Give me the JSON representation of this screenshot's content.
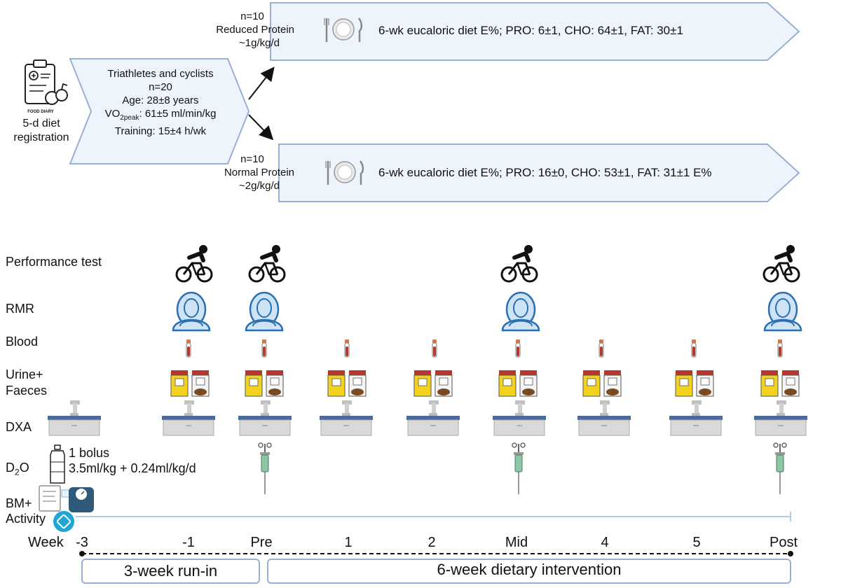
{
  "food_diary": {
    "caption": "FOOD DIARY",
    "label_line1": "5-d diet",
    "label_line2": "registration"
  },
  "participants": {
    "line1": "Triathletes and cyclists",
    "line2": "n=20",
    "age": "Age:  28±8 years",
    "vo2_prefix": "VO",
    "vo2_sub": "2peak",
    "vo2_value": ":  61±5 ml/min/kg",
    "training": "Training:  15±4 h/wk"
  },
  "groups": [
    {
      "n": "n=10",
      "name": "Reduced Protein",
      "dose": "~1g/kg/d",
      "diet": "6-wk eucaloric diet E%; PRO: 6±1, CHO: 64±1, FAT: 30±1"
    },
    {
      "n": "n=10",
      "name": "Normal Protein",
      "dose": "~2g/kg/d",
      "diet": "6-wk eucaloric diet E%;  PRO: 16±0, CHO: 53±1, FAT: 31±1 E%"
    }
  ],
  "rows": {
    "performance": "Performance test",
    "rmr": "RMR",
    "blood": "Blood",
    "urine1": "Urine+",
    "urine2": "Faeces",
    "dxa": "DXA",
    "d2o_prefix": "D",
    "d2o_sub": "2",
    "d2o_suffix": "O",
    "bm1": "BM+",
    "bm2": "Activity"
  },
  "d2o": {
    "line1": "1 bolus",
    "line2": "3.5ml/kg + 0.24ml/kg/d"
  },
  "timeline": {
    "week_label": "Week",
    "labels": [
      "-3",
      "-1",
      "Pre",
      "1",
      "2",
      "Mid",
      "4",
      "5",
      "Post"
    ],
    "phase1": "3-week run-in",
    "phase2": "6-week dietary intervention"
  },
  "colors": {
    "chevron_fill": "#eef4fb",
    "chevron_stroke": "#9ab0d2",
    "rmr_fill": "#cfe3f6",
    "rmr_stroke": "#2a6fb2",
    "urine": "#f2d21f",
    "lid": "#b7372f",
    "blood": "#b7372f",
    "dxa": "#d9d9d9",
    "d2o": "#8cc7a5",
    "activity_line": "#a9cfe6",
    "accent": "#1fa5d8"
  }
}
